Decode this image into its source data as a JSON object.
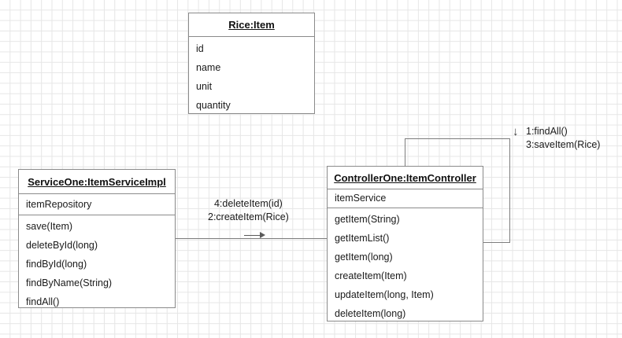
{
  "diagram": {
    "title": "UML collaboration diagram",
    "background": "#ffffff",
    "grid_color": "#e6e6e6",
    "line_color": "#7d7d7d"
  },
  "classes": [
    {
      "id": "rice",
      "title": "Rice:Item",
      "title_underlined": true,
      "attributes": [
        "id",
        "name",
        "unit",
        "quantity"
      ],
      "operations": []
    },
    {
      "id": "service",
      "title": "ServiceOne:ItemServiceImpl",
      "title_underlined": true,
      "attributes": [
        "itemRepository"
      ],
      "operations": [
        "save(Item)",
        "deleteById(long)",
        "findById(long)",
        "findByName(String)",
        "findAll()"
      ]
    },
    {
      "id": "controller",
      "title": "ControllerOne:ItemController",
      "title_underlined": true,
      "attributes": [
        "itemService"
      ],
      "operations": [
        "getItem(String)",
        "getItemList()",
        "getItem(long)",
        "createItem(Item)",
        "updateItem(long, Item)",
        "deleteItem(long)"
      ]
    }
  ],
  "links": {
    "service_to_controller": {
      "messages": [
        "4:deleteItem(id)",
        "2:createItem(Rice)"
      ],
      "direction_icon": "arrow-right-icon"
    },
    "controller_self_loop": {
      "messages": [
        "1:findAll()",
        "3:saveItem(Rice)"
      ],
      "direction_icon": "arrow-down-icon",
      "direction_glyph": "↓"
    }
  }
}
